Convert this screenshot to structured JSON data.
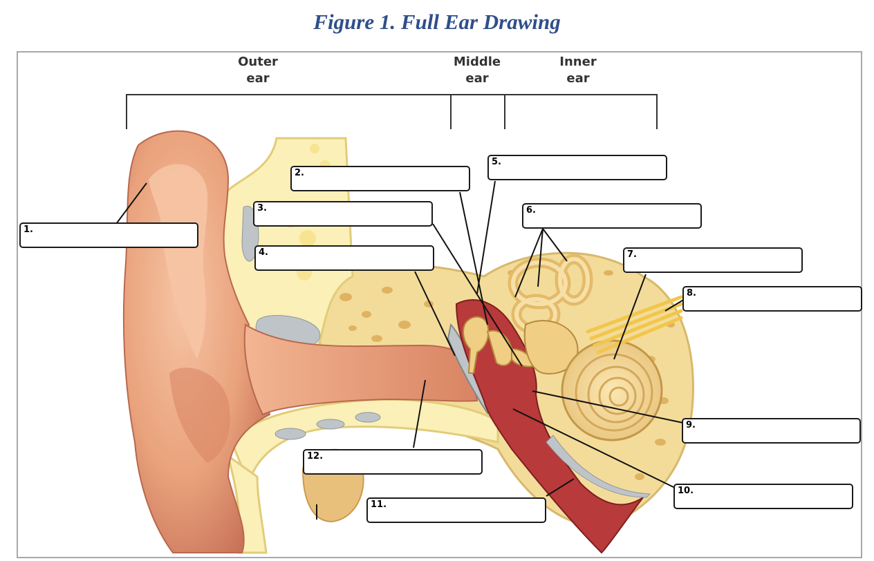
{
  "title": "Figure 1. Full Ear Drawing",
  "regions": {
    "outer": [
      "Outer",
      "ear"
    ],
    "middle": [
      "Middle",
      "ear"
    ],
    "inner": [
      "Inner",
      "ear"
    ]
  },
  "labels": [
    "1.",
    "2.",
    "3.",
    "4.",
    "5.",
    "6.",
    "7.",
    "8.",
    "9.",
    "10.",
    "11.",
    "12."
  ],
  "colors": {
    "skin": "#e9a27c",
    "skin_dark": "#c9745a",
    "bone": "#f3dc9a",
    "cartilage": "#faf0b8",
    "cavity": "#b83a3a",
    "gray_tissue": "#bfc4c8",
    "title": "#2f4f8a"
  }
}
